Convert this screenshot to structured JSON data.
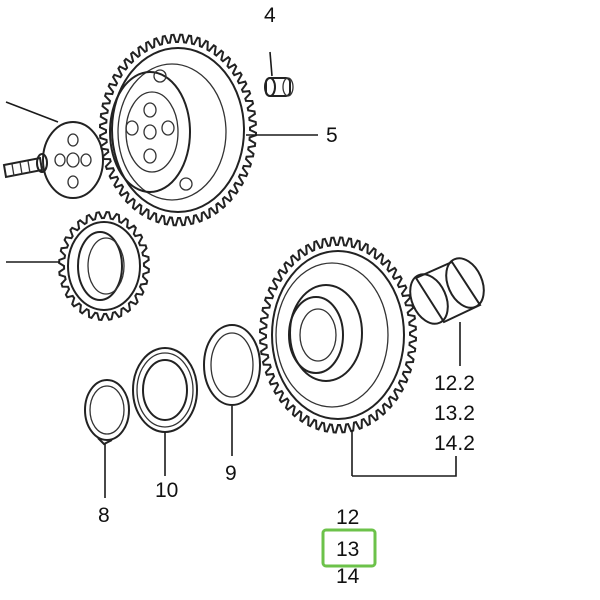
{
  "labels": {
    "p4": "4",
    "p5": "5",
    "p8": "8",
    "p9": "9",
    "p10": "10",
    "p12": "12",
    "p12_2": "12.2",
    "p13": "13",
    "p13_2": "13.2",
    "p14": "14",
    "p14_2": "14.2"
  },
  "highlight": {
    "label": "13",
    "color": "#6cc24a"
  }
}
